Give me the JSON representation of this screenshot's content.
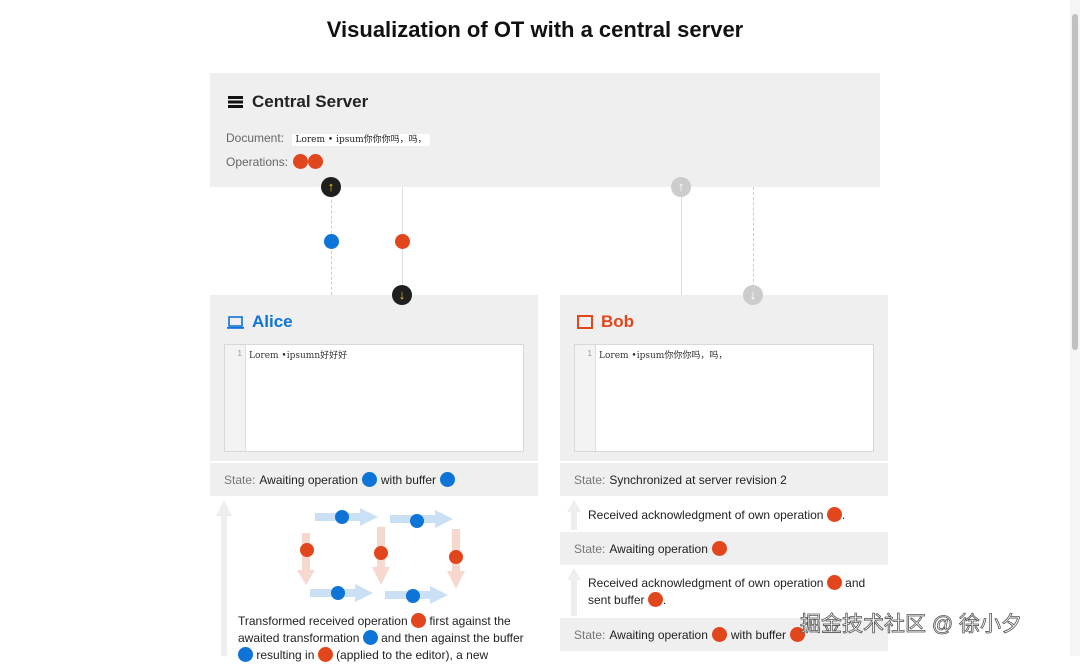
{
  "title": "Visualization of OT with a central server",
  "server": {
    "title": "Central Server",
    "doc_label": "Document:",
    "doc_value": "Lorem • ipsum你你你吗，吗，",
    "ops_label": "Operations:",
    "ops": [
      "red",
      "red"
    ]
  },
  "alice": {
    "name": "Alice",
    "line_no": "1",
    "content": "Lorem •ipsumn好好好",
    "state_label": "State:",
    "state_text": "Awaiting operation",
    "state_with": "with buffer",
    "log": {
      "t1": "Transformed received operation",
      "t2": "first against the",
      "t3": "awaited transformation",
      "t4": "and then against the buffer",
      "t5": "resulting in",
      "t6": "(applied to the editor), a new"
    }
  },
  "bob": {
    "name": "Bob",
    "line_no": "1",
    "content": "Lorem •ipsum你你你吗，吗，",
    "state_label": "State:",
    "state1": "Synchronized at server revision 2",
    "log1": "Received acknowledgment of own operation",
    "state2": "Awaiting operation",
    "log2a": "Received acknowledgment of own operation",
    "log2b": "and",
    "log2c": "sent buffer",
    "state3": "Awaiting operation",
    "state3_with": "with buffer"
  },
  "colors": {
    "alice": "#0e74d8",
    "bob": "#e2461d",
    "arrow_active": "#f4cf1f"
  },
  "watermark": "掘金技术社区 @ 徐小夕"
}
